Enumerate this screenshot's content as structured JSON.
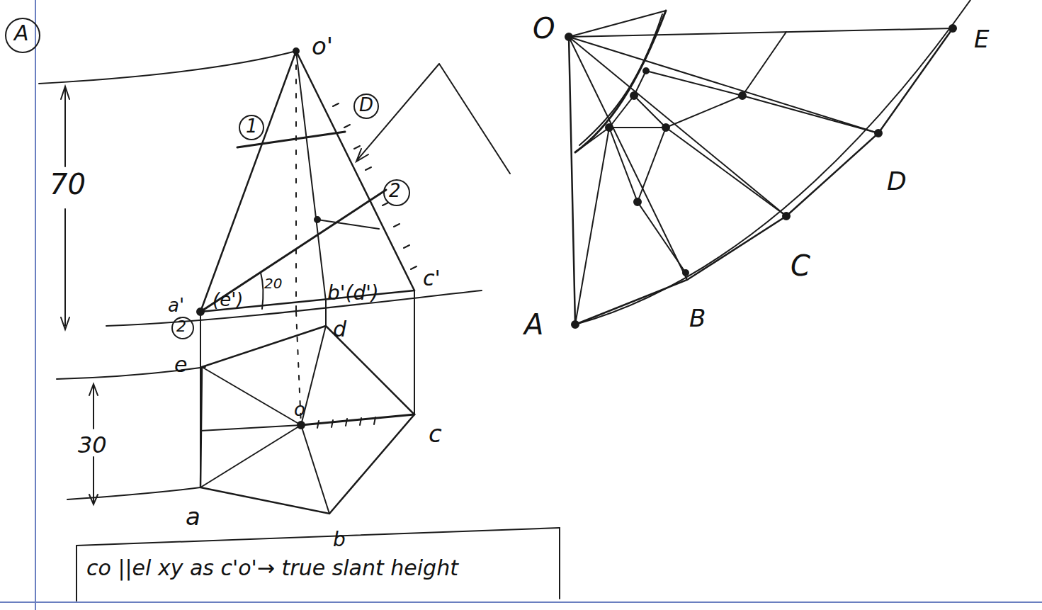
{
  "diagram": {
    "nodes": [
      {
        "text": [
          "co ||el xy as c'o'→ true slant height"
        ]
      }
    ],
    "labels": [
      "A",
      "o'",
      "1",
      "D",
      "2",
      "70",
      "20",
      "a'",
      "(e')",
      "b'(d')",
      "c'",
      "2",
      "d",
      "e",
      "o",
      "c",
      "30",
      "a",
      "b",
      "O",
      "E",
      "D",
      "C",
      "B",
      "A"
    ]
  }
}
